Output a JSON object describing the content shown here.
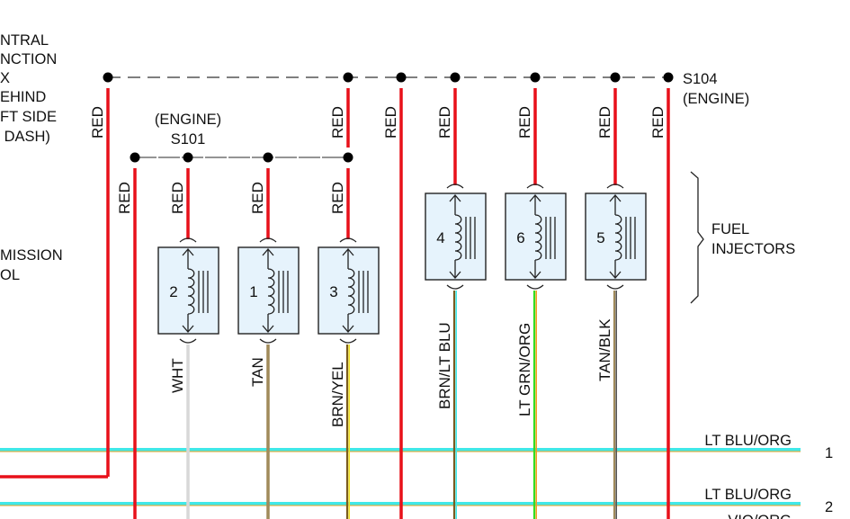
{
  "title_blocks": {
    "central_junction_box": [
      "NTRAL",
      "NCTION",
      "X",
      "EHIND",
      "FT SIDE",
      " DASH)"
    ],
    "transmission_control": [
      "MISSION",
      "OL"
    ],
    "s104": [
      "S104",
      "(ENGINE)"
    ],
    "s101": [
      "(ENGINE)",
      "S101"
    ],
    "fuel_injectors": [
      "FUEL",
      "INJECTORS"
    ]
  },
  "colors": {
    "red": "#e8101a",
    "white_wire": "#d8d8d8",
    "tan": "#a08a5a",
    "brown": "#7a5c20",
    "yellow": "#f2e020",
    "lt_blue": "#40e8e8",
    "lt_green": "#33dd22",
    "black": "#111111",
    "orange": "#f0a020",
    "injector_fill": "#e6f3fc"
  },
  "splices": {
    "s104": {
      "name": "S104",
      "location": "(ENGINE)"
    },
    "s101": {
      "name": "S101",
      "location": "(ENGINE)"
    }
  },
  "s104_drops": [
    {
      "label": "RED"
    },
    {
      "label": "RED"
    },
    {
      "label": "RED"
    },
    {
      "label": "RED"
    },
    {
      "label": "RED"
    },
    {
      "label": "RED"
    },
    {
      "label": "RED"
    }
  ],
  "s101_drops": [
    {
      "label": "RED"
    },
    {
      "label": "RED"
    },
    {
      "label": "RED"
    },
    {
      "label": "RED"
    }
  ],
  "injectors": [
    {
      "number": "2",
      "output_wire": "WHT",
      "colors": [
        "#d8d8d8"
      ]
    },
    {
      "number": "1",
      "output_wire": "TAN",
      "colors": [
        "#a08a5a"
      ]
    },
    {
      "number": "3",
      "output_wire": "BRN/YEL",
      "colors": [
        "#7a5c20",
        "#f2e020"
      ]
    },
    {
      "number": "4",
      "output_wire": "BRN/LT BLU",
      "colors": [
        "#7a5c20",
        "#40e8e8"
      ]
    },
    {
      "number": "6",
      "output_wire": "LT GRN/ORG",
      "colors": [
        "#33dd22",
        "#f0a020"
      ]
    },
    {
      "number": "5",
      "output_wire": "TAN/BLK",
      "colors": [
        "#a08a5a",
        "#555555"
      ]
    }
  ],
  "bus_wires": [
    {
      "label": "LT BLU/ORG",
      "pin": "1"
    },
    {
      "label": "LT BLU/ORG",
      "pin": "2"
    },
    {
      "label": "VIO/ORG",
      "pin": ""
    }
  ]
}
